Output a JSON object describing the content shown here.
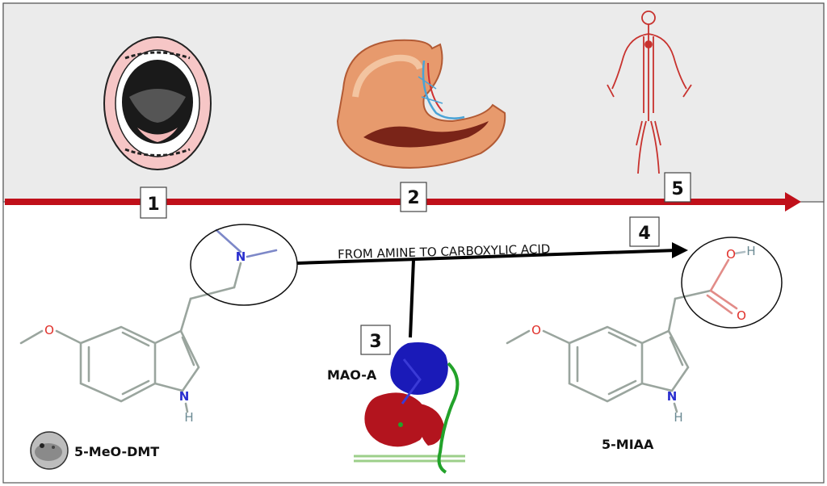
{
  "steps": [
    "1",
    "2",
    "3",
    "4",
    "5"
  ],
  "reaction_label": "FROM AMINE TO CARBOXYLIC ACID",
  "enzyme_label": "MAO-A",
  "compounds": {
    "start": "5-MeO-DMT",
    "product": "5-MIAA"
  },
  "atoms": {
    "oxygen": "O",
    "nitrogen": "N",
    "hydrogen": "H"
  },
  "colors": {
    "panel_top": "#ebebeb",
    "timeline_arrow": "#c0101a",
    "bond": "#9aa59e",
    "oxygen": "#e0302a",
    "nitrogen": "#2a2fcf",
    "protein_blue": "#1a1ab8",
    "protein_red": "#b3141e",
    "protein_green": "#22a22a"
  },
  "icons": [
    "mouth-icon",
    "stomach-icon",
    "circulatory-system-icon",
    "toad-icon",
    "protein-structure-icon"
  ]
}
